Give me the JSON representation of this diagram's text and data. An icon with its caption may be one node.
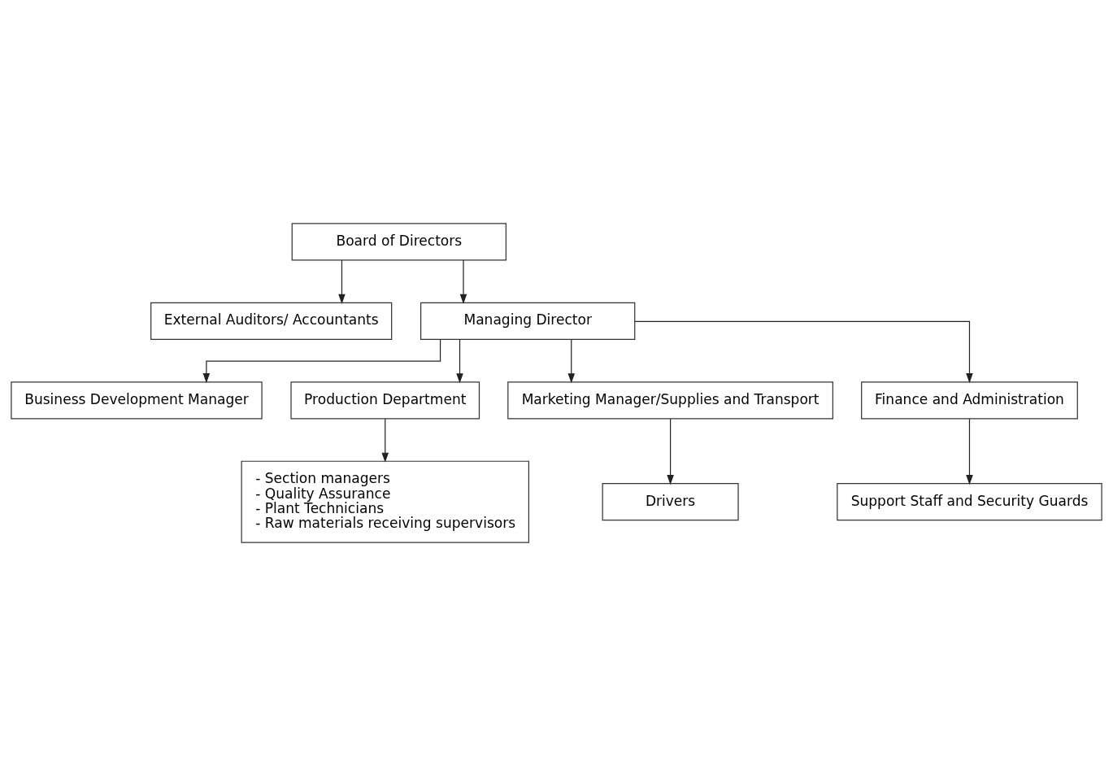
{
  "diagram": {
    "nodes": [
      {
        "text": [
          "Board of Directors"
        ]
      },
      {
        "text": [
          "External Auditors/ Accountants"
        ]
      },
      {
        "text": [
          "Managing Director"
        ]
      },
      {
        "text": [
          "Business Development Manager"
        ]
      },
      {
        "text": [
          "Production Department"
        ]
      },
      {
        "text": [
          "Marketing Manager/Supplies and Transport"
        ]
      },
      {
        "text": [
          "Finance and Administration"
        ]
      },
      {
        "text": [
          "- Section managers",
          "- Quality Assurance",
          "- Plant Technicians",
          "- Raw materials receiving supervisors"
        ]
      },
      {
        "text": [
          "Drivers"
        ]
      },
      {
        "text": [
          "Support Staff and Security Guards"
        ]
      }
    ],
    "edges": [
      {
        "from": 0,
        "to": 2,
        "arrow": "to"
      },
      {
        "from": 0,
        "to": 1,
        "arrow": "to"
      },
      {
        "from": 2,
        "to": 3,
        "arrow": "to"
      },
      {
        "from": 2,
        "to": 4,
        "arrow": "to"
      },
      {
        "from": 2,
        "to": 5,
        "arrow": "to"
      },
      {
        "from": 2,
        "to": 6,
        "arrow": "to"
      },
      {
        "from": 4,
        "to": 7,
        "arrow": "to"
      },
      {
        "from": 5,
        "to": 8,
        "arrow": "to"
      },
      {
        "from": 6,
        "to": 9,
        "arrow": "to"
      }
    ]
  }
}
